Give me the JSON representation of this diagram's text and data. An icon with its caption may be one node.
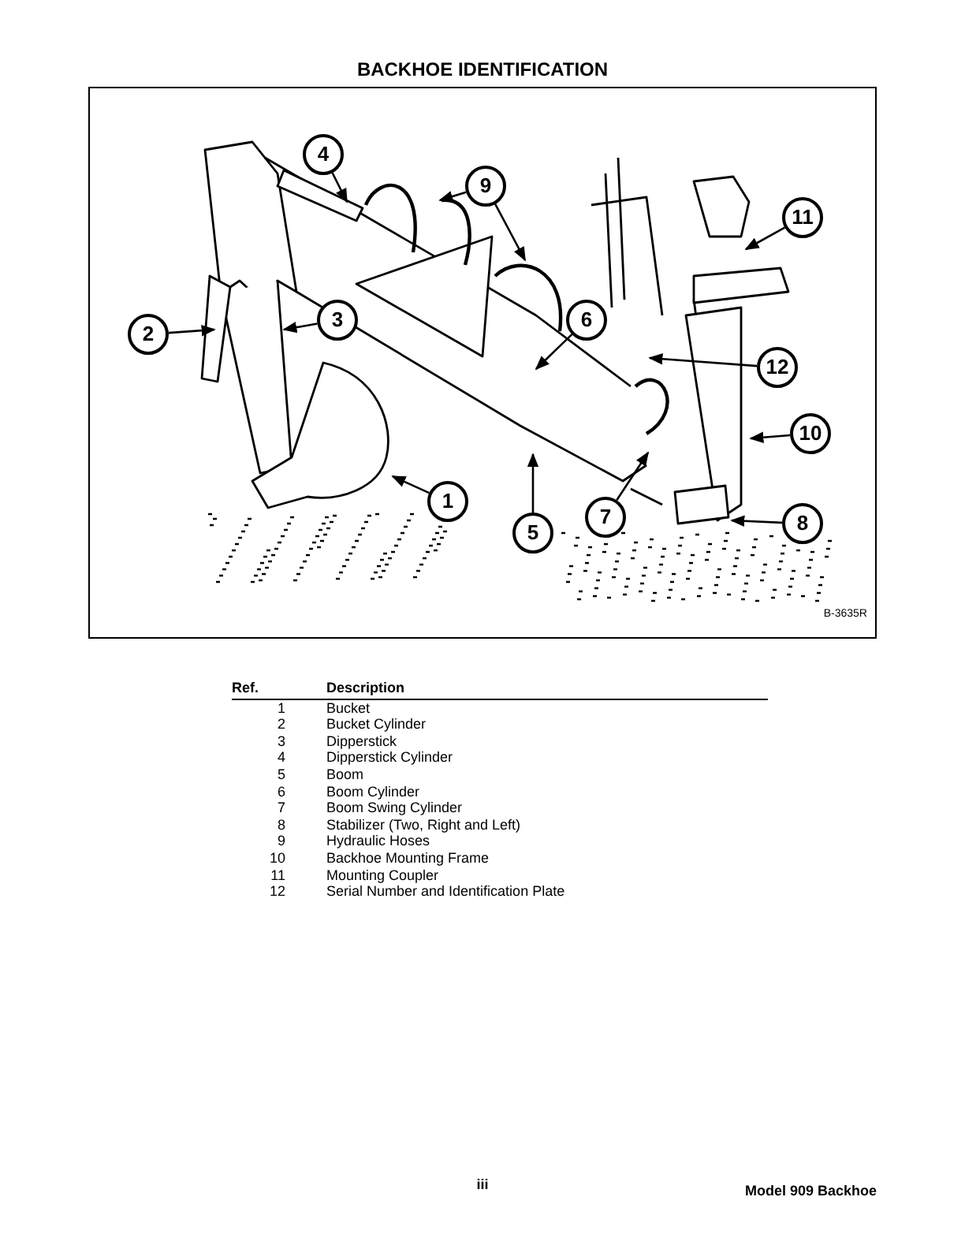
{
  "diagram": {
    "title": "BACKHOE IDENTIFICATION",
    "nodes": [
      {
        "text": [
          "1"
        ]
      },
      {
        "text": [
          "2"
        ]
      },
      {
        "text": [
          "3"
        ]
      },
      {
        "text": [
          "4"
        ]
      },
      {
        "text": [
          "5"
        ]
      },
      {
        "text": [
          "6"
        ]
      },
      {
        "text": [
          "7"
        ]
      },
      {
        "text": [
          "8"
        ]
      },
      {
        "text": [
          "9"
        ]
      },
      {
        "text": [
          "10"
        ]
      },
      {
        "text": [
          "11"
        ]
      },
      {
        "text": [
          "12"
        ]
      }
    ],
    "edges": [
      {
        "from": 0,
        "to": null,
        "arrow": "to"
      },
      {
        "from": 1,
        "to": null,
        "arrow": "to"
      },
      {
        "from": 2,
        "to": null,
        "arrow": "to"
      },
      {
        "from": 3,
        "to": null,
        "arrow": "to"
      },
      {
        "from": 4,
        "to": null,
        "arrow": "to"
      },
      {
        "from": 5,
        "to": null,
        "arrow": "to"
      },
      {
        "from": 6,
        "to": null,
        "arrow": "to"
      },
      {
        "from": 7,
        "to": null,
        "arrow": "to"
      },
      {
        "from": 8,
        "to": null,
        "arrow": "to"
      },
      {
        "from": 8,
        "to": null,
        "arrow": "to"
      },
      {
        "from": 9,
        "to": null,
        "arrow": "to"
      },
      {
        "from": 10,
        "to": null,
        "arrow": "to"
      },
      {
        "from": 11,
        "to": null,
        "arrow": "to"
      }
    ],
    "labels": [
      "B-3635R",
      "Ref.",
      "Description",
      "1",
      "Bucket",
      "2",
      "Bucket Cylinder",
      "3",
      "Dipperstick",
      "4",
      "Dipperstick Cylinder",
      "5",
      "Boom",
      "6",
      "Boom Cylinder",
      "7",
      "Boom Swing Cylinder",
      "8",
      "Stabilizer (Two, Right and Left)",
      "9",
      "Hydraulic Hoses",
      "10",
      "Backhoe Mounting Frame",
      "11",
      "Mounting Coupler",
      "12",
      "Serial Number and Identification Plate",
      "iii",
      "Model 909 Backhoe"
    ]
  }
}
